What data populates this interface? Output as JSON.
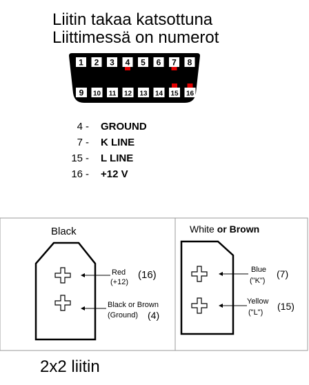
{
  "header": {
    "line1": "Liitin takaa katsottuna",
    "line2": "Liittimessä on numerot"
  },
  "obd": {
    "top_pins": [
      "1",
      "2",
      "3",
      "4",
      "5",
      "6",
      "7",
      "8"
    ],
    "bottom_pins": [
      "9",
      "10",
      "11",
      "12",
      "13",
      "14",
      "15",
      "16"
    ],
    "highlight_color": "#e00000"
  },
  "pin_list": [
    {
      "num": "4",
      "sep": "-",
      "signal": "GROUND"
    },
    {
      "num": "7",
      "sep": "-",
      "signal": "K LINE"
    },
    {
      "num": "15",
      "sep": "-",
      "signal": "L LINE"
    },
    {
      "num": "16",
      "sep": "-",
      "signal": "+12 V"
    }
  ],
  "panel_left": {
    "title": "Black",
    "label_top_1": "Red",
    "label_top_2": "(+12)",
    "label_top_pin": "(16)",
    "label_bot_1": "Black or Brown",
    "label_bot_2": "(Ground)",
    "label_bot_pin": "(4)"
  },
  "panel_right": {
    "title_a": "White",
    "title_b": "or Brown",
    "label_top_1": "Blue",
    "label_top_2": "(\"K\")",
    "label_top_pin": "(7)",
    "label_bot_1": "Yellow",
    "label_bot_2": "(\"L\")",
    "label_bot_pin": "(15)"
  },
  "footer": "2x2 liitin"
}
